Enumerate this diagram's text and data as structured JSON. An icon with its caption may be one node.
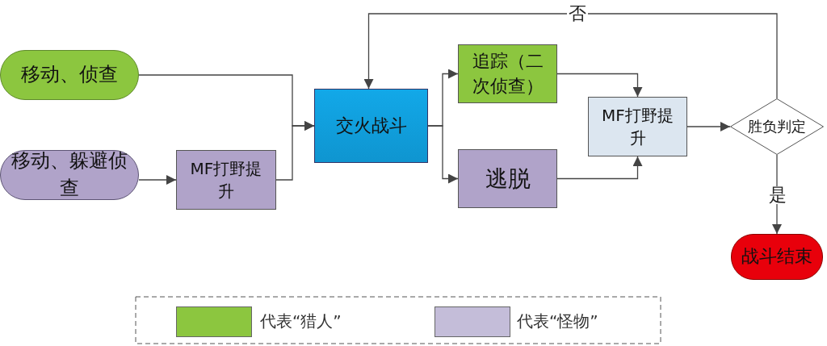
{
  "diagram": {
    "nodes": [
      {
        "text": [
          "移动、侦查"
        ]
      },
      {
        "text": [
          "移动、躲避侦查"
        ]
      },
      {
        "text": [
          "MF打野提升"
        ]
      },
      {
        "text": [
          "交火战斗"
        ]
      },
      {
        "text": [
          "追踪（二次侦查）"
        ]
      },
      {
        "text": [
          "逃脱"
        ]
      },
      {
        "text": [
          "MF打野提升"
        ]
      },
      {
        "text": [
          "胜负判定"
        ]
      },
      {
        "text": [
          "战斗结束"
        ]
      }
    ],
    "edges": [
      {
        "from": 0,
        "to": 3,
        "arrow": "to"
      },
      {
        "from": 1,
        "to": 2,
        "arrow": "to"
      },
      {
        "from": 2,
        "to": 3,
        "arrow": "to"
      },
      {
        "from": 3,
        "to": 4,
        "arrow": "to"
      },
      {
        "from": 3,
        "to": 5,
        "arrow": "to"
      },
      {
        "from": 4,
        "to": 6,
        "arrow": "to"
      },
      {
        "from": 5,
        "to": 6,
        "arrow": "to"
      },
      {
        "from": 6,
        "to": 7,
        "arrow": "to"
      },
      {
        "from": 7,
        "to": 3,
        "arrow": "to",
        "label": "否"
      },
      {
        "from": 7,
        "to": 8,
        "arrow": "to",
        "label": "是"
      }
    ],
    "legend": [
      {
        "text": "代表“猎人”",
        "color": "#8cc63f"
      },
      {
        "text": "代表“怪物”",
        "color": "#c4bdd9"
      }
    ]
  }
}
